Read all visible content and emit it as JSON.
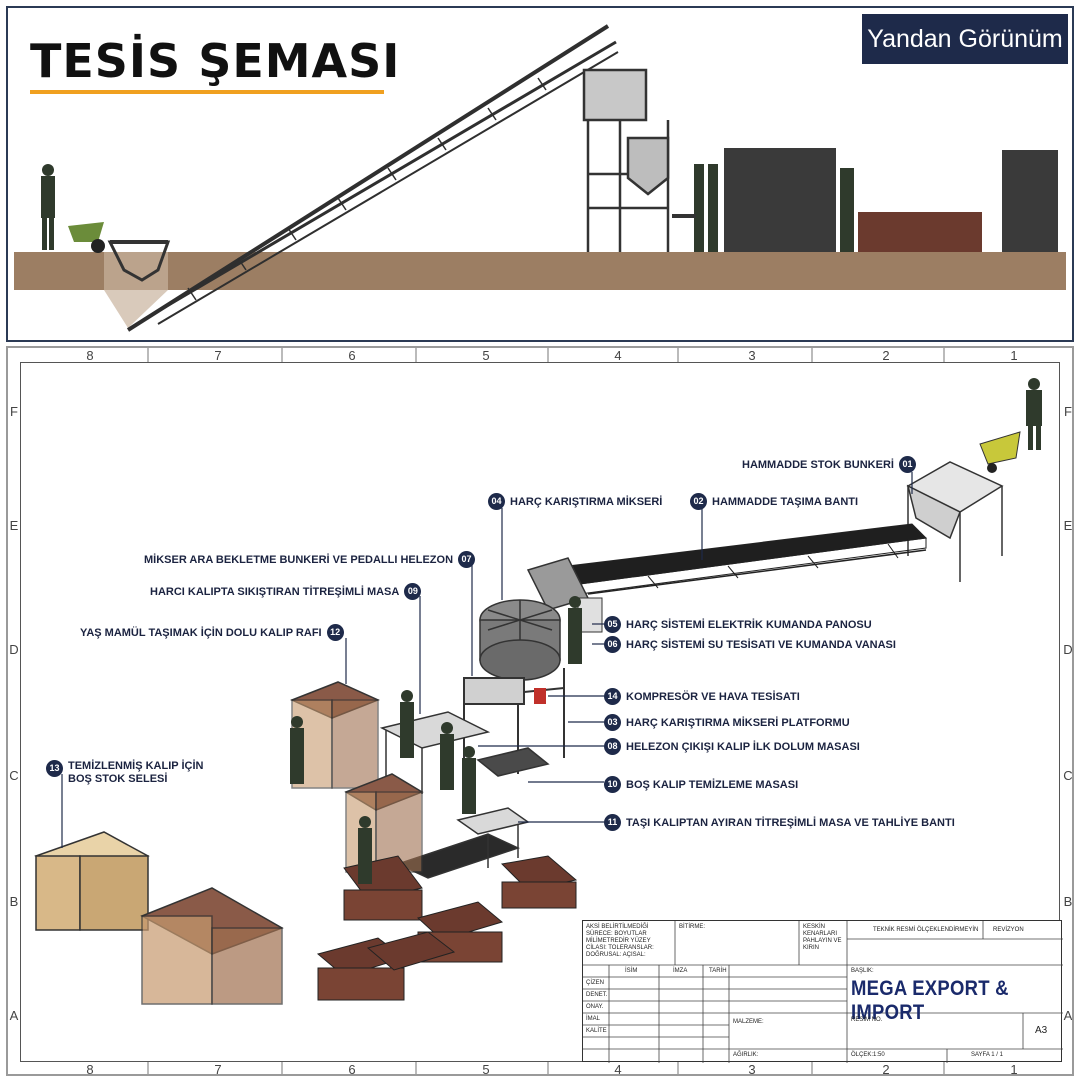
{
  "header": {
    "title": "TESİS ŞEMASI",
    "view_label": "Yandan Görünüm"
  },
  "drawing": {
    "columns": [
      "8",
      "7",
      "6",
      "5",
      "4",
      "3",
      "2",
      "1"
    ],
    "rows": [
      "F",
      "E",
      "D",
      "C",
      "B",
      "A"
    ]
  },
  "callouts": [
    {
      "num": "01",
      "text": "HAMMADDE STOK BUNKERİ"
    },
    {
      "num": "02",
      "text": "HAMMADDE TAŞIMA BANTI"
    },
    {
      "num": "03",
      "text": "HARÇ KARIŞTIRMA MİKSERİ PLATFORMU"
    },
    {
      "num": "04",
      "text": "HARÇ KARIŞTIRMA MİKSERİ"
    },
    {
      "num": "05",
      "text": "HARÇ SİSTEMİ ELEKTRİK KUMANDA PANOSU"
    },
    {
      "num": "06",
      "text": "HARÇ SİSTEMİ SU TESİSATI VE KUMANDA VANASI"
    },
    {
      "num": "07",
      "text": "MİKSER ARA BEKLETME BUNKERİ VE PEDALLI HELEZON"
    },
    {
      "num": "08",
      "text": "HELEZON ÇIKIŞI KALIP İLK DOLUM MASASI"
    },
    {
      "num": "09",
      "text": "HARCI KALIPTA SIKIŞTIRAN TİTREŞİMLİ MASA"
    },
    {
      "num": "10",
      "text": "BOŞ KALIP TEMİZLEME MASASI"
    },
    {
      "num": "11",
      "text": "TAŞI KALIPTAN AYIRAN TİTREŞİMLİ MASA VE TAHLİYE BANTI"
    },
    {
      "num": "12",
      "text": "YAŞ MAMÜL TAŞIMAK İÇİN DOLU KALIP RAFI"
    },
    {
      "num": "13",
      "text": "TEMİZLENMİŞ KALIP İÇİN BOŞ STOK SELESİ"
    },
    {
      "num": "14",
      "text": "KOMPRESÖR VE HAVA TESİSATI"
    }
  ],
  "title_block": {
    "general_notes": "AKSİ BELİRTİLMEDİĞİ SÜRECE: BOYUTLAR MİLİMETREDİR YÜZEY CİLASI: TOLERANSLAR: DOĞRUSAL: AÇISAL:",
    "finish": "BİTİRME:",
    "edges": "KESKİN KENARLARI PAHLAYIN VE KIRIN",
    "no_scale": "TEKNİK RESMİ ÖLÇEKLENDİRMEYİN",
    "revision": "REVİZYON",
    "name_col": "İSİM",
    "sign_col": "İMZA",
    "date_col": "TARİH",
    "roles": [
      "ÇİZEN",
      "DENET.",
      "ONAY.",
      "İMAL",
      "KALİTE"
    ],
    "title_label": "BAŞLIK:",
    "company": "MEGA EXPORT & IMPORT",
    "material": "MALZEME:",
    "drawing_no": "RESİM NO.",
    "size": "A3",
    "weight": "AĞIRLIK:",
    "scale": "ÖLÇEK:1:50",
    "sheet": "SAYFA 1 / 1"
  },
  "colors": {
    "navy": "#1e2a4a",
    "accent": "#f0a020",
    "ground": "#9c7e63",
    "steel": "#3a3a3a",
    "brick": "#6b3a2e"
  }
}
